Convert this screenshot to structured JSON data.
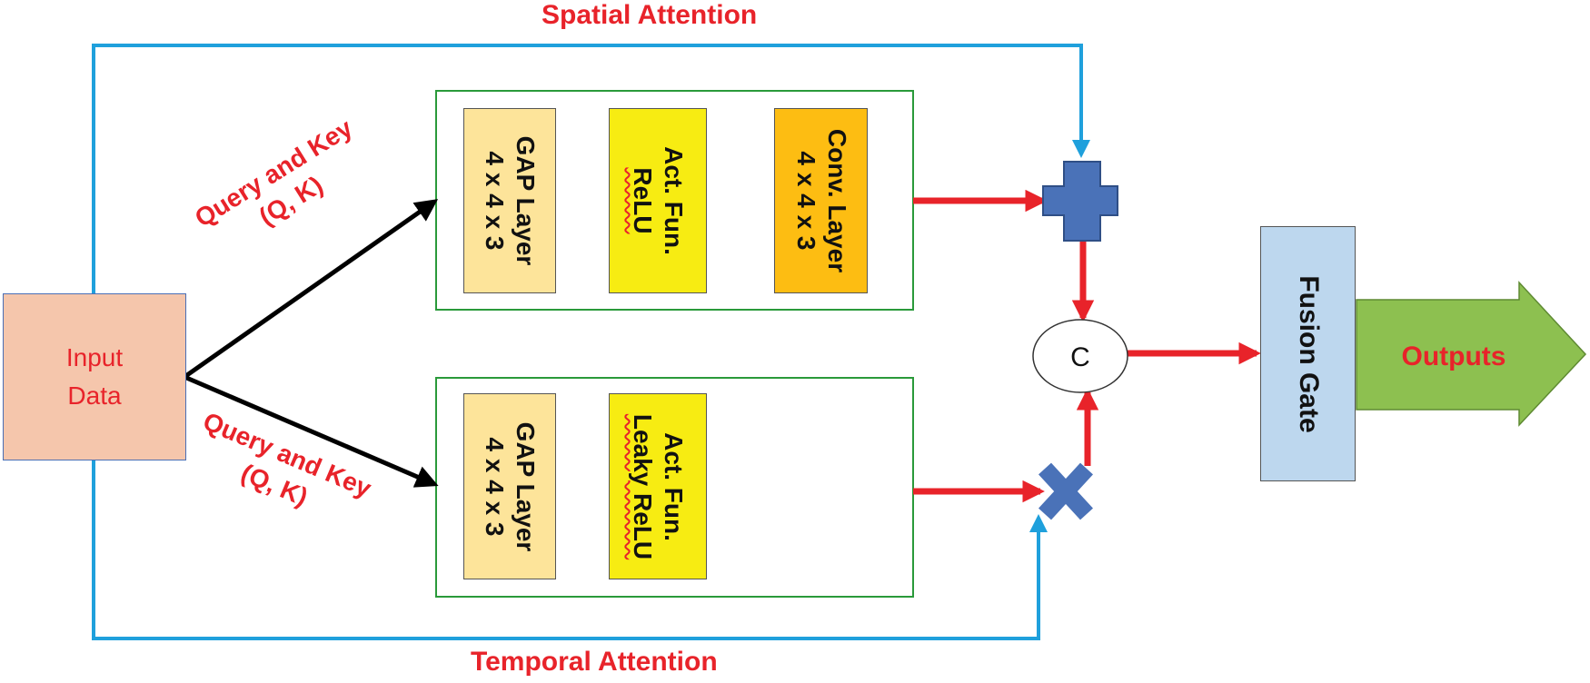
{
  "labels": {
    "spatial_attention": "Spatial Attention",
    "temporal_attention": "Temporal Attention",
    "query_key_top_line1": "Query and Key",
    "query_key_top_line2": "(Q, K)",
    "query_key_bottom_line1": "Query and Key",
    "query_key_bottom_line2": "(Q, K)"
  },
  "input": {
    "line1": "Input",
    "line2": "Data"
  },
  "spatial_branch": {
    "gap_layer": {
      "line1": "GAP Layer",
      "line2": "4 x 4 x 3"
    },
    "activation": {
      "line1": "Act. Fun.",
      "line2": "ReLU"
    },
    "conv_layer": {
      "line1": "Conv. Layer",
      "line2": "4 x 4 x 3"
    }
  },
  "temporal_branch": {
    "gap_layer": {
      "line1": "GAP Layer",
      "line2": "4 x 4 x 3"
    },
    "activation": {
      "line1": "Act. Fun.",
      "line2": "Leaky ReLU"
    }
  },
  "concat_node": {
    "label": "C"
  },
  "fusion_gate": {
    "label": "Fusion Gate"
  },
  "outputs": {
    "label": "Outputs"
  },
  "colors": {
    "blue_wire": "#1fa0dc",
    "red_arrow": "#e8232a",
    "op_symbol": "#4a72b8",
    "input_fill": "#f5c6ac",
    "gap_fill": "#fde49a",
    "act_fill": "#f7ec12",
    "conv_fill": "#fdbd12",
    "fusion_fill": "#bdd7ee",
    "outputs_fill": "#8dc050",
    "branch_border": "#2a9a3a"
  },
  "icons": {
    "add_op": "plus-icon",
    "multiply_op": "multiply-icon"
  }
}
